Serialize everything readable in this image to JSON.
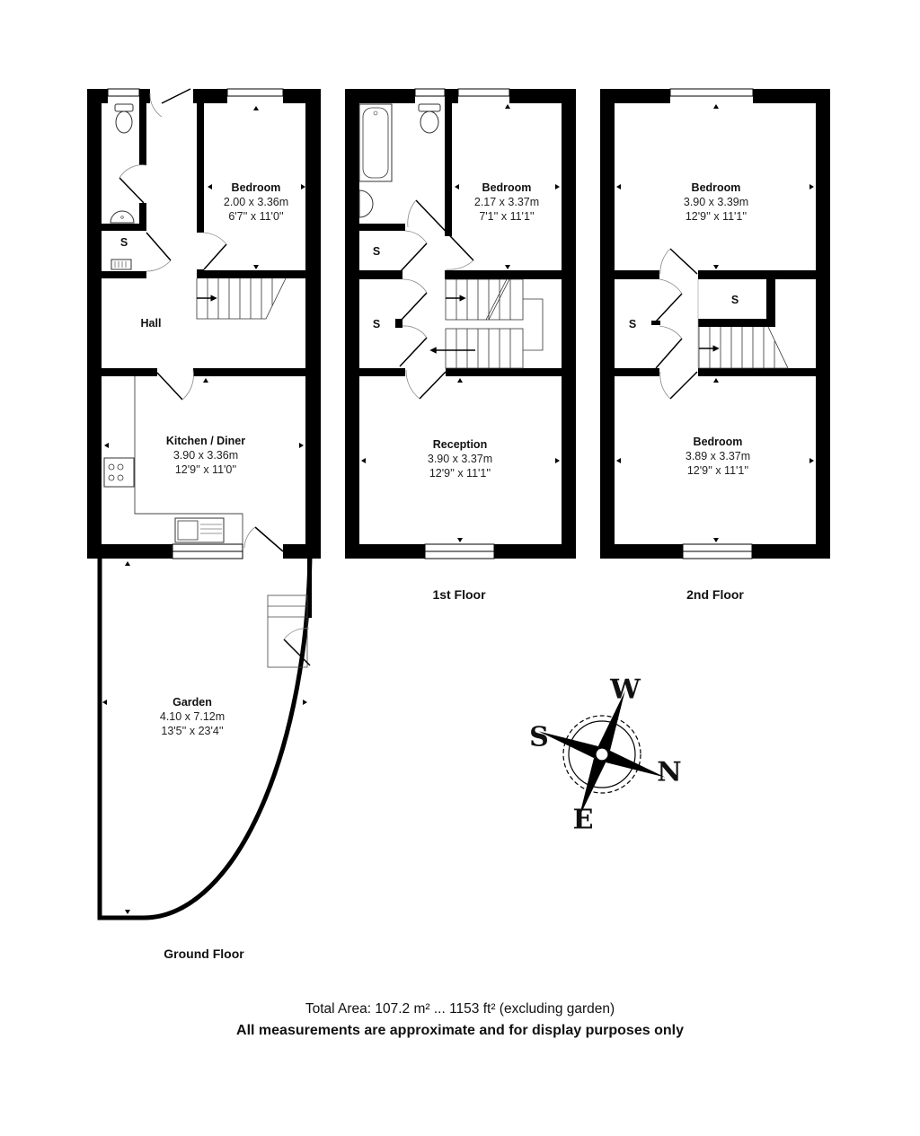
{
  "floors": [
    {
      "title": "Ground Floor",
      "rooms": [
        {
          "name": "Bedroom",
          "metric": "2.00 x 3.36m",
          "imperial": "6'7'' x 11'0''"
        },
        {
          "name": "Hall"
        },
        {
          "name": "Kitchen / Diner",
          "metric": "3.90 x 3.36m",
          "imperial": "12'9'' x 11'0''"
        },
        {
          "name": "Garden",
          "metric": "4.10 x 7.12m",
          "imperial": "13'5'' x 23'4''"
        }
      ],
      "storage": [
        "S"
      ]
    },
    {
      "title": "1st Floor",
      "rooms": [
        {
          "name": "Bedroom",
          "metric": "2.17 x 3.37m",
          "imperial": "7'1'' x 11'1''"
        },
        {
          "name": "Reception",
          "metric": "3.90 x 3.37m",
          "imperial": "12'9'' x 11'1''"
        }
      ],
      "storage": [
        "S",
        "S"
      ]
    },
    {
      "title": "2nd Floor",
      "rooms": [
        {
          "name": "Bedroom",
          "metric": "3.90 x 3.39m",
          "imperial": "12'9'' x 11'1''"
        },
        {
          "name": "Bedroom",
          "metric": "3.89 x 3.37m",
          "imperial": "12'9'' x 11'1''"
        }
      ],
      "storage": [
        "S",
        "S"
      ]
    }
  ],
  "compass": {
    "top": "W",
    "right": "N",
    "bottom": "E",
    "left": "S"
  },
  "footer": {
    "total_area": "Total Area: 107.2 m² ... 1153 ft² (excluding garden)",
    "disclaimer": "All measurements are approximate and for display purposes only"
  },
  "colors": {
    "wall": "#000000",
    "background": "#ffffff",
    "fixture_line": "#555555"
  }
}
